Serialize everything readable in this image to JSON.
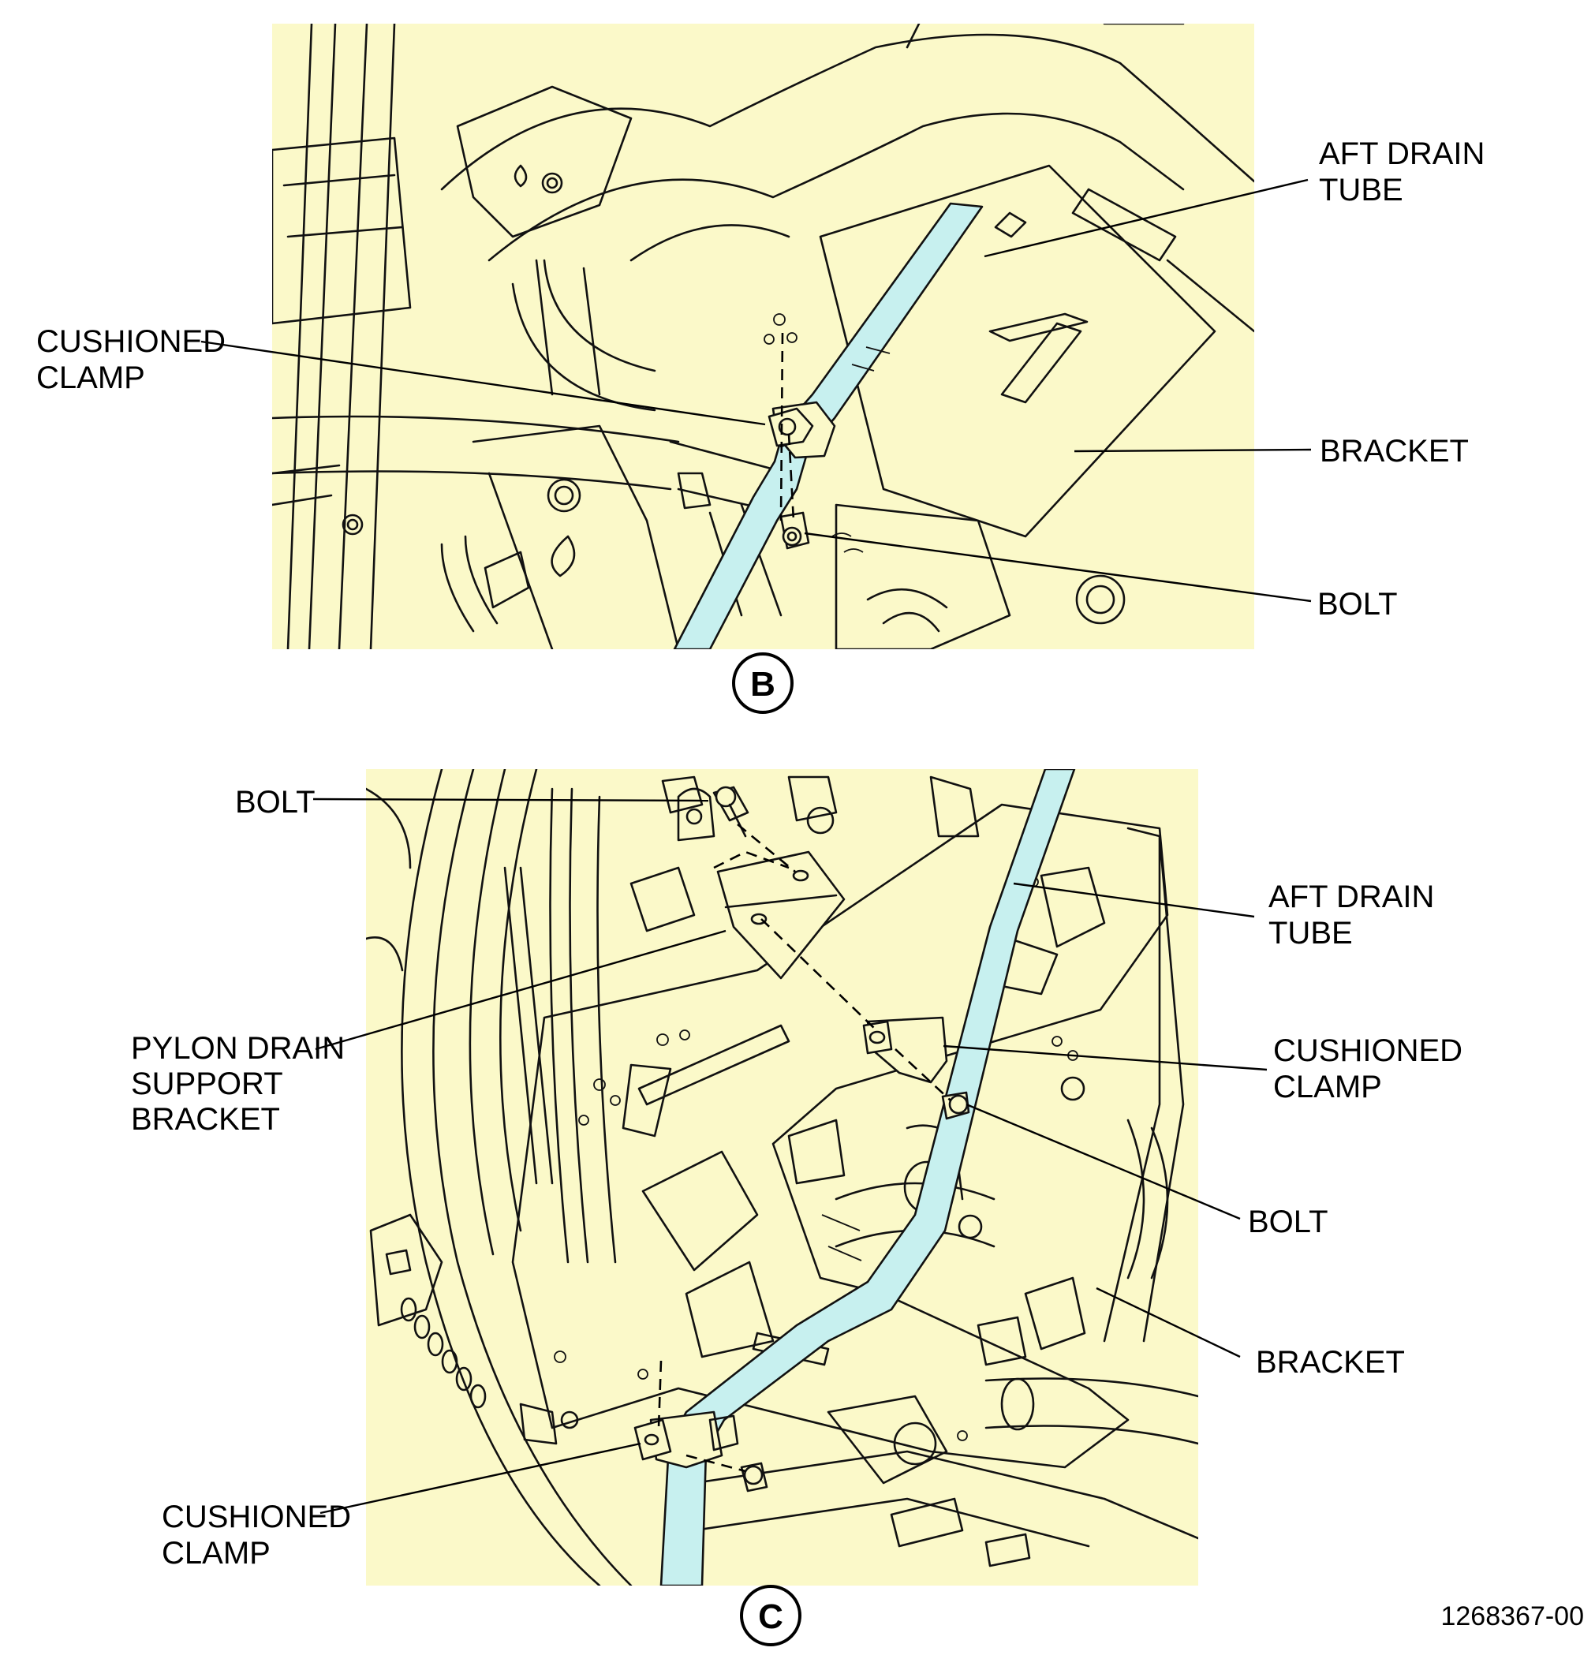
{
  "view_b": {
    "letter": "B",
    "labels": {
      "aft_drain_tube": [
        "AFT DRAIN",
        "TUBE"
      ],
      "cushioned_clamp": [
        "CUSHIONED",
        "CLAMP"
      ],
      "bracket": "BRACKET",
      "bolt": "BOLT"
    }
  },
  "view_c": {
    "letter": "C",
    "labels": {
      "bolt_top": "BOLT",
      "aft_drain_tube": [
        "AFT DRAIN",
        "TUBE"
      ],
      "pylon_drain_support_bracket": [
        "PYLON DRAIN",
        "SUPPORT",
        "BRACKET"
      ],
      "cushioned_clamp_right": [
        "CUSHIONED",
        "CLAMP"
      ],
      "bolt_right": "BOLT",
      "bracket": "BRACKET",
      "cushioned_clamp_bottom": [
        "CUSHIONED",
        "CLAMP"
      ]
    }
  },
  "figure_number": "1268367-00",
  "colors": {
    "panel": "#fbf9c9",
    "tube": "#c7f0ef",
    "line": "#111111"
  }
}
